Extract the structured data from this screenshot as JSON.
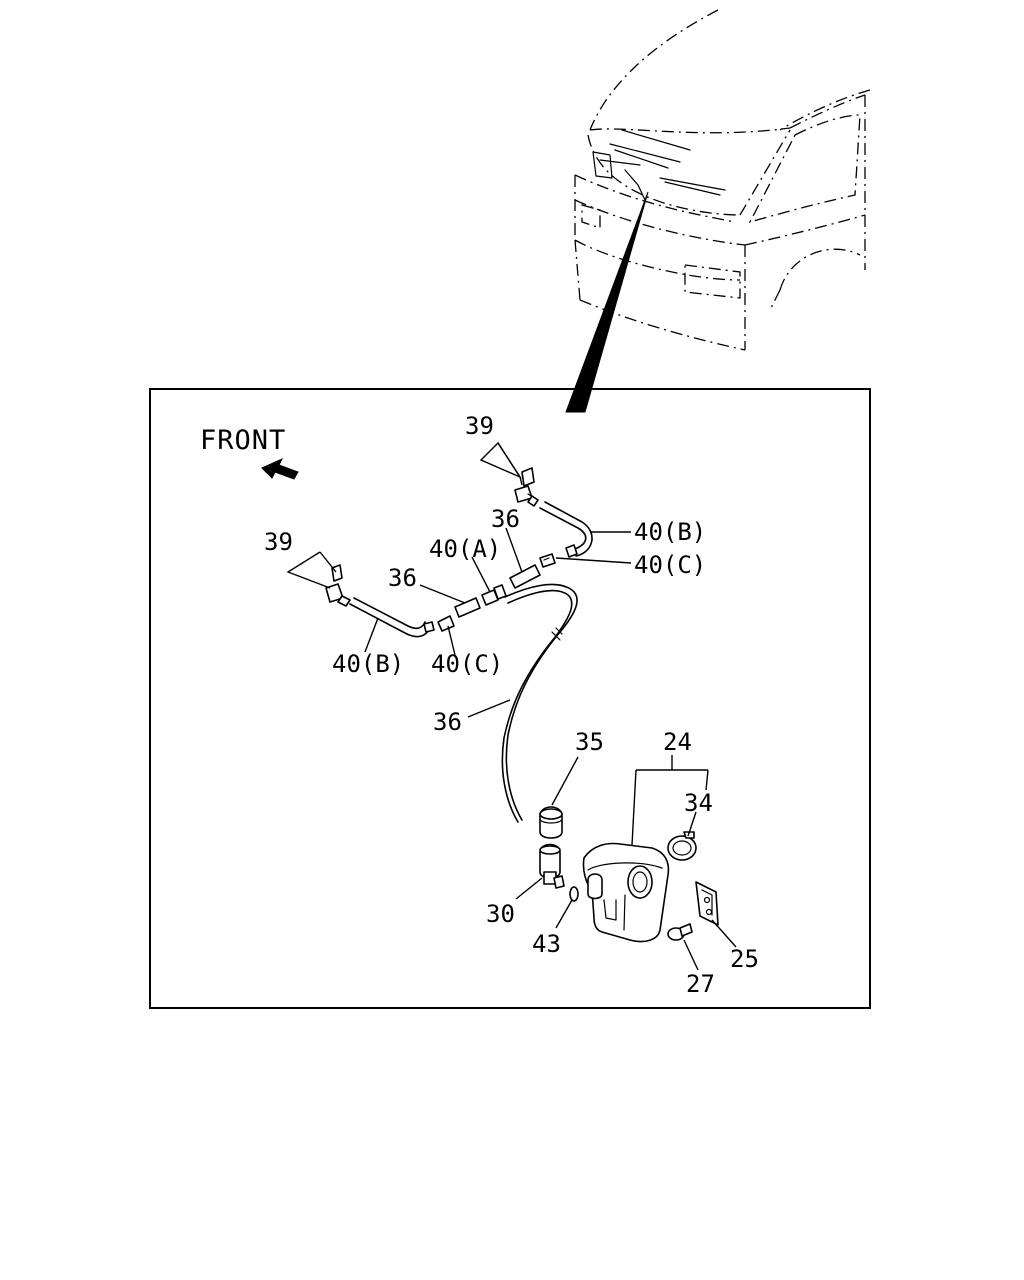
{
  "diagram": {
    "direction_label": "FRONT",
    "callouts": {
      "c39_right": "39",
      "c39_left": "39",
      "c36_upper": "36",
      "c36_mid": "36",
      "c36_long": "36",
      "c40a": "40(A)",
      "c40b_right": "40(B)",
      "c40c_right": "40(C)",
      "c40b_left": "40(B)",
      "c40c_left": "40(C)",
      "c35": "35",
      "c24": "24",
      "c34": "34",
      "c30": "30",
      "c43": "43",
      "c25": "25",
      "c27": "27"
    }
  }
}
